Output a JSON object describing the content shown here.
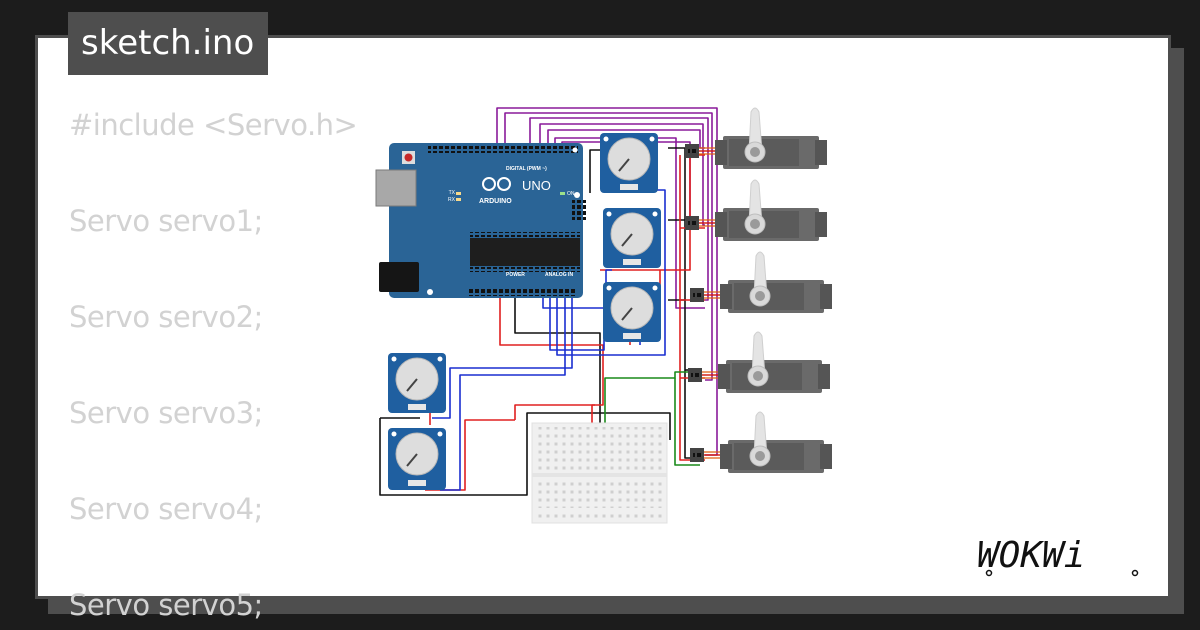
{
  "header": {
    "title": "sketch.ino"
  },
  "code": {
    "lines": [
      "#include <Servo.h>",
      "Servo servo1;",
      "Servo servo2;",
      "Servo servo3;",
      "Servo servo4;",
      "Servo servo5;"
    ]
  },
  "diagram": {
    "arduino_label": "UNO",
    "arduino_brand": "ARDUINO",
    "digital_label": "DIGITAL (PWM ~)",
    "analog_label": "ANALOG IN",
    "power_label": "POWER",
    "tx_label": "TX",
    "rx_label": "RX",
    "on_label": "ON"
  },
  "brand": {
    "logo_text": "WOKWi"
  },
  "colors": {
    "background": "#1c1c1c",
    "card": "#ffffff",
    "card_border": "#4e4e4e",
    "code_text": "#d2d2d2",
    "arduino_blue": "#2a6496",
    "wire_purple": "#8a1a9a",
    "wire_red": "#e02020",
    "wire_blue": "#1a2fd0",
    "wire_green": "#1a8a1a",
    "wire_black": "#111111"
  }
}
